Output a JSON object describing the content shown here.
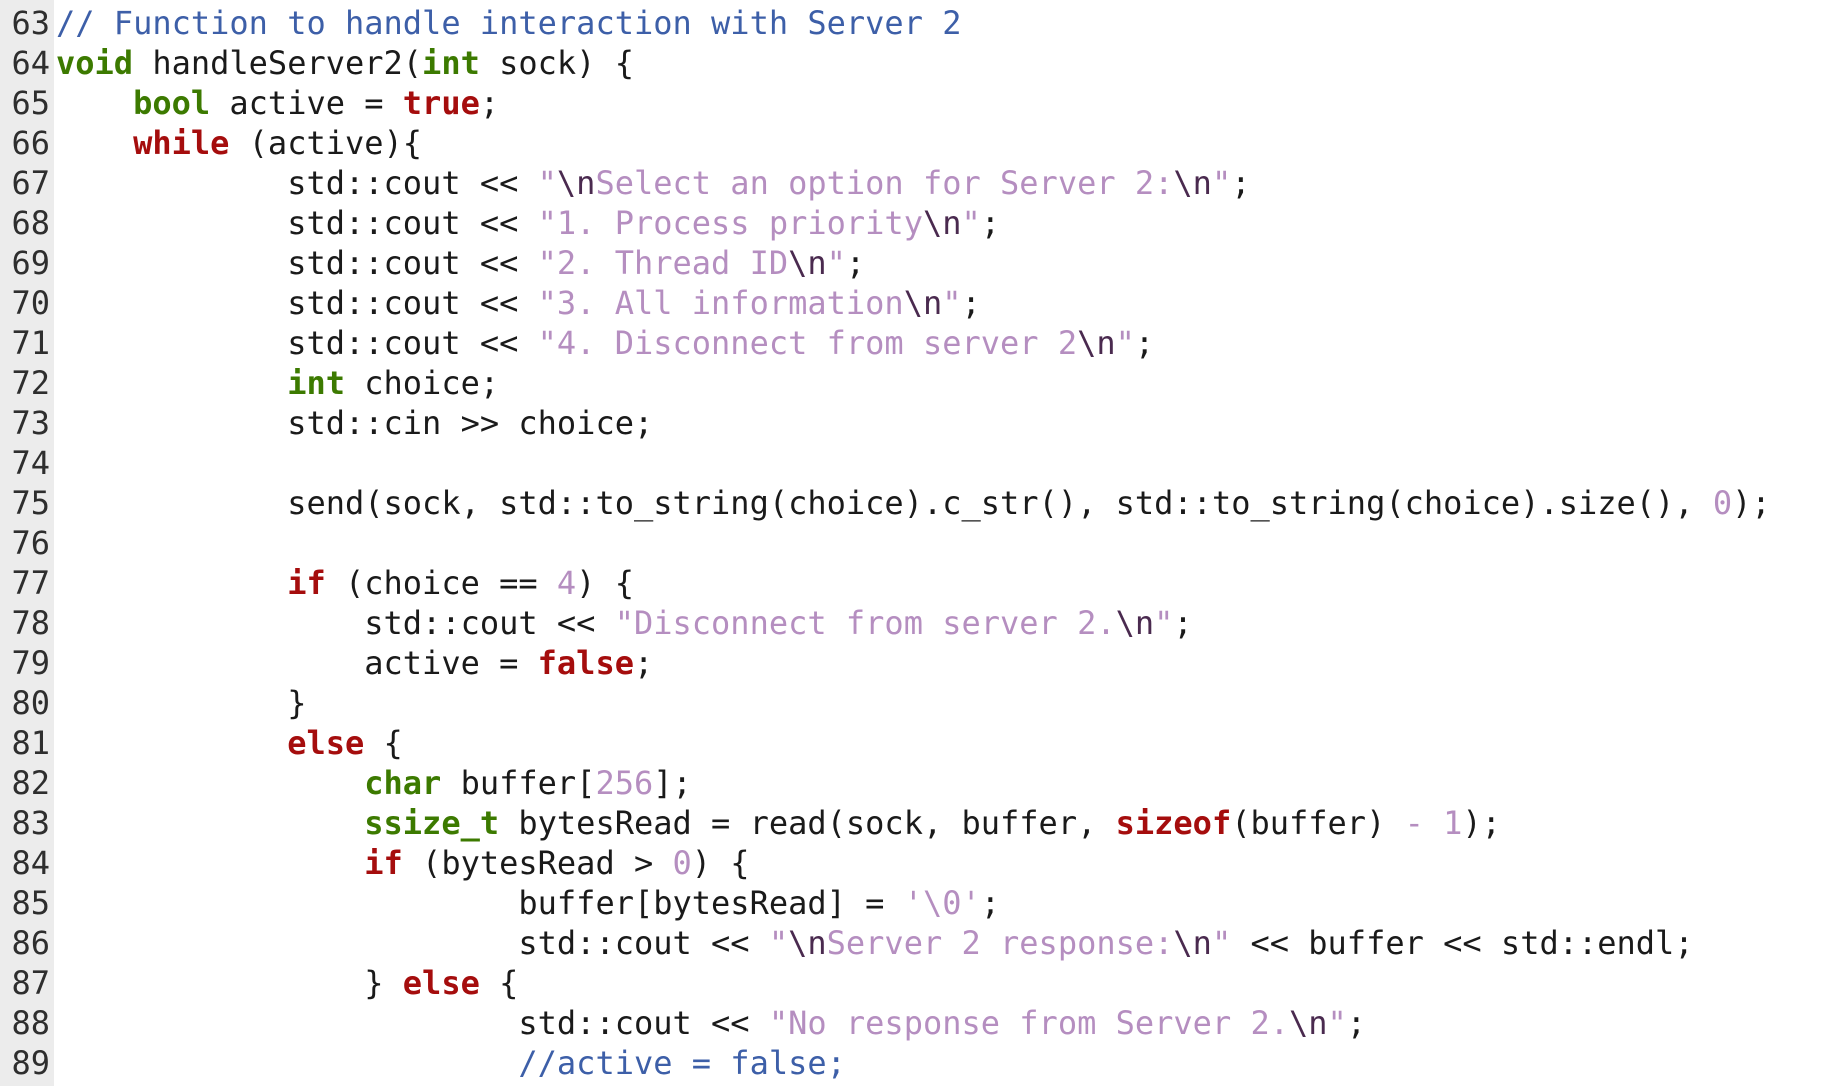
{
  "editor": {
    "lines": [
      {
        "n": "63",
        "tokens": [
          {
            "t": "// Function to handle interaction with Server 2",
            "c": "com"
          }
        ]
      },
      {
        "n": "64",
        "tokens": [
          {
            "t": "void",
            "c": "ty"
          },
          {
            "t": " handleServer2(",
            "c": "plain"
          },
          {
            "t": "int",
            "c": "ty"
          },
          {
            "t": " sock) {",
            "c": "plain"
          }
        ]
      },
      {
        "n": "65",
        "tokens": [
          {
            "t": "    ",
            "c": "plain"
          },
          {
            "t": "bool",
            "c": "ty"
          },
          {
            "t": " active = ",
            "c": "plain"
          },
          {
            "t": "true",
            "c": "kw"
          },
          {
            "t": ";",
            "c": "plain"
          }
        ]
      },
      {
        "n": "66",
        "tokens": [
          {
            "t": "    ",
            "c": "plain"
          },
          {
            "t": "while",
            "c": "kw"
          },
          {
            "t": " (active){",
            "c": "plain"
          }
        ]
      },
      {
        "n": "67",
        "tokens": [
          {
            "t": "            std::cout << ",
            "c": "plain"
          },
          {
            "t": "\"",
            "c": "str"
          },
          {
            "t": "\\n",
            "c": "esc"
          },
          {
            "t": "Select an option for Server 2:",
            "c": "str"
          },
          {
            "t": "\\n",
            "c": "esc"
          },
          {
            "t": "\"",
            "c": "str"
          },
          {
            "t": ";",
            "c": "plain"
          }
        ]
      },
      {
        "n": "68",
        "tokens": [
          {
            "t": "            std::cout << ",
            "c": "plain"
          },
          {
            "t": "\"1. Process priority",
            "c": "str"
          },
          {
            "t": "\\n",
            "c": "esc"
          },
          {
            "t": "\"",
            "c": "str"
          },
          {
            "t": ";",
            "c": "plain"
          }
        ]
      },
      {
        "n": "69",
        "tokens": [
          {
            "t": "            std::cout << ",
            "c": "plain"
          },
          {
            "t": "\"2. Thread ID",
            "c": "str"
          },
          {
            "t": "\\n",
            "c": "esc"
          },
          {
            "t": "\"",
            "c": "str"
          },
          {
            "t": ";",
            "c": "plain"
          }
        ]
      },
      {
        "n": "70",
        "tokens": [
          {
            "t": "            std::cout << ",
            "c": "plain"
          },
          {
            "t": "\"3. All information",
            "c": "str"
          },
          {
            "t": "\\n",
            "c": "esc"
          },
          {
            "t": "\"",
            "c": "str"
          },
          {
            "t": ";",
            "c": "plain"
          }
        ]
      },
      {
        "n": "71",
        "tokens": [
          {
            "t": "            std::cout << ",
            "c": "plain"
          },
          {
            "t": "\"4. Disconnect from server 2",
            "c": "str"
          },
          {
            "t": "\\n",
            "c": "esc"
          },
          {
            "t": "\"",
            "c": "str"
          },
          {
            "t": ";",
            "c": "plain"
          }
        ]
      },
      {
        "n": "72",
        "tokens": [
          {
            "t": "            ",
            "c": "plain"
          },
          {
            "t": "int",
            "c": "ty"
          },
          {
            "t": " choice;",
            "c": "plain"
          }
        ]
      },
      {
        "n": "73",
        "tokens": [
          {
            "t": "            std::cin >> choice;",
            "c": "plain"
          }
        ]
      },
      {
        "n": "74",
        "tokens": []
      },
      {
        "n": "75",
        "tokens": [
          {
            "t": "            send(sock, std::to_string(choice).c_str(), std::to_string(choice).size(), ",
            "c": "plain"
          },
          {
            "t": "0",
            "c": "num"
          },
          {
            "t": ");",
            "c": "plain"
          }
        ]
      },
      {
        "n": "76",
        "tokens": []
      },
      {
        "n": "77",
        "tokens": [
          {
            "t": "            ",
            "c": "plain"
          },
          {
            "t": "if",
            "c": "kw"
          },
          {
            "t": " (choice == ",
            "c": "plain"
          },
          {
            "t": "4",
            "c": "num"
          },
          {
            "t": ") {",
            "c": "plain"
          }
        ]
      },
      {
        "n": "78",
        "tokens": [
          {
            "t": "                std::cout << ",
            "c": "plain"
          },
          {
            "t": "\"Disconnect from server 2.",
            "c": "str"
          },
          {
            "t": "\\n",
            "c": "esc"
          },
          {
            "t": "\"",
            "c": "str"
          },
          {
            "t": ";",
            "c": "plain"
          }
        ]
      },
      {
        "n": "79",
        "tokens": [
          {
            "t": "                active = ",
            "c": "plain"
          },
          {
            "t": "false",
            "c": "kw"
          },
          {
            "t": ";",
            "c": "plain"
          }
        ]
      },
      {
        "n": "80",
        "tokens": [
          {
            "t": "            }",
            "c": "plain"
          }
        ]
      },
      {
        "n": "81",
        "tokens": [
          {
            "t": "            ",
            "c": "plain"
          },
          {
            "t": "else",
            "c": "kw"
          },
          {
            "t": " {",
            "c": "plain"
          }
        ]
      },
      {
        "n": "82",
        "tokens": [
          {
            "t": "                ",
            "c": "plain"
          },
          {
            "t": "char",
            "c": "ty"
          },
          {
            "t": " buffer[",
            "c": "plain"
          },
          {
            "t": "256",
            "c": "num"
          },
          {
            "t": "];",
            "c": "plain"
          }
        ]
      },
      {
        "n": "83",
        "tokens": [
          {
            "t": "                ",
            "c": "plain"
          },
          {
            "t": "ssize_t",
            "c": "ty"
          },
          {
            "t": " bytesRead = read(sock, buffer, ",
            "c": "plain"
          },
          {
            "t": "sizeof",
            "c": "kw"
          },
          {
            "t": "(buffer) ",
            "c": "plain"
          },
          {
            "t": "-",
            "c": "num"
          },
          {
            "t": " ",
            "c": "plain"
          },
          {
            "t": "1",
            "c": "num"
          },
          {
            "t": ");",
            "c": "plain"
          }
        ]
      },
      {
        "n": "84",
        "tokens": [
          {
            "t": "                ",
            "c": "plain"
          },
          {
            "t": "if",
            "c": "kw"
          },
          {
            "t": " (bytesRead > ",
            "c": "plain"
          },
          {
            "t": "0",
            "c": "num"
          },
          {
            "t": ") {",
            "c": "plain"
          }
        ]
      },
      {
        "n": "85",
        "tokens": [
          {
            "t": "                        buffer[bytesRead] = ",
            "c": "plain"
          },
          {
            "t": "'\\0'",
            "c": "str"
          },
          {
            "t": ";",
            "c": "plain"
          }
        ]
      },
      {
        "n": "86",
        "tokens": [
          {
            "t": "                        std::cout << ",
            "c": "plain"
          },
          {
            "t": "\"",
            "c": "str"
          },
          {
            "t": "\\n",
            "c": "esc"
          },
          {
            "t": "Server 2 response:",
            "c": "str"
          },
          {
            "t": "\\n",
            "c": "esc"
          },
          {
            "t": "\"",
            "c": "str"
          },
          {
            "t": " << buffer << std::endl;",
            "c": "plain"
          }
        ]
      },
      {
        "n": "87",
        "tokens": [
          {
            "t": "                } ",
            "c": "plain"
          },
          {
            "t": "else",
            "c": "kw"
          },
          {
            "t": " {",
            "c": "plain"
          }
        ]
      },
      {
        "n": "88",
        "tokens": [
          {
            "t": "                        std::cout << ",
            "c": "plain"
          },
          {
            "t": "\"No response from Server 2.",
            "c": "str"
          },
          {
            "t": "\\n",
            "c": "esc"
          },
          {
            "t": "\"",
            "c": "str"
          },
          {
            "t": ";",
            "c": "plain"
          }
        ]
      },
      {
        "n": "89",
        "tokens": [
          {
            "t": "                        ",
            "c": "plain"
          },
          {
            "t": "//active = false;",
            "c": "com"
          }
        ]
      }
    ]
  }
}
